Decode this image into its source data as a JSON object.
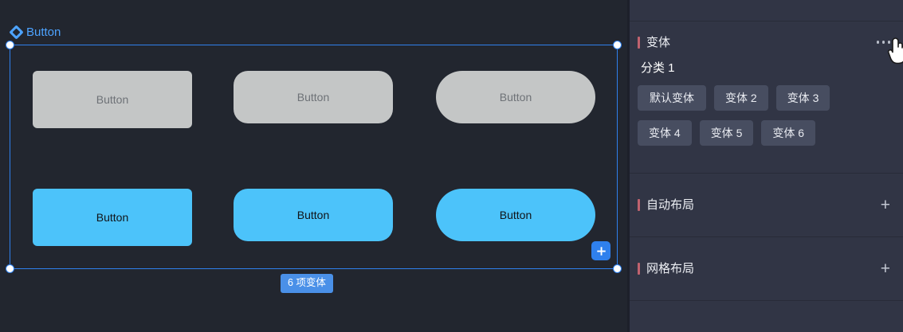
{
  "canvas": {
    "component_label": "Button",
    "component_icon": "diamond-component-icon",
    "selection_badge": "6 项变体",
    "add_button_icon": "plus-icon",
    "buttons": [
      {
        "label": "Button",
        "style": "gray",
        "radius": "r-small",
        "size": "sz-1"
      },
      {
        "label": "Button",
        "style": "gray",
        "radius": "r-med",
        "size": "sz-2"
      },
      {
        "label": "Button",
        "style": "gray",
        "radius": "r-pill",
        "size": "sz-3"
      },
      {
        "label": "Button",
        "style": "blue",
        "radius": "r-small",
        "size": "sz-1"
      },
      {
        "label": "Button",
        "style": "blue",
        "radius": "r-med",
        "size": "sz-2"
      },
      {
        "label": "Button",
        "style": "blue",
        "radius": "r-pill",
        "size": "sz-3"
      }
    ]
  },
  "panel": {
    "variant_section": {
      "title": "变体",
      "more_icon": "more-horizontal-icon",
      "category_label": "分类 1",
      "chips_row1": [
        "默认变体",
        "变体 2",
        "变体 3"
      ],
      "chips_row2": [
        "变体 4",
        "变体 5",
        "变体 6"
      ]
    },
    "auto_layout_section": {
      "title": "自动布局",
      "add_icon": "plus-icon"
    },
    "grid_layout_section": {
      "title": "网格布局",
      "add_icon": "plus-icon"
    }
  },
  "colors": {
    "canvas_bg": "#22262f",
    "panel_bg": "#313545",
    "accent_red": "#c0626e",
    "accent_blue": "#2f80ed",
    "button_blue": "#4cc3fa",
    "button_gray": "#c4c6c6",
    "chip_bg": "#474d60",
    "label_blue": "#4da3ff"
  }
}
